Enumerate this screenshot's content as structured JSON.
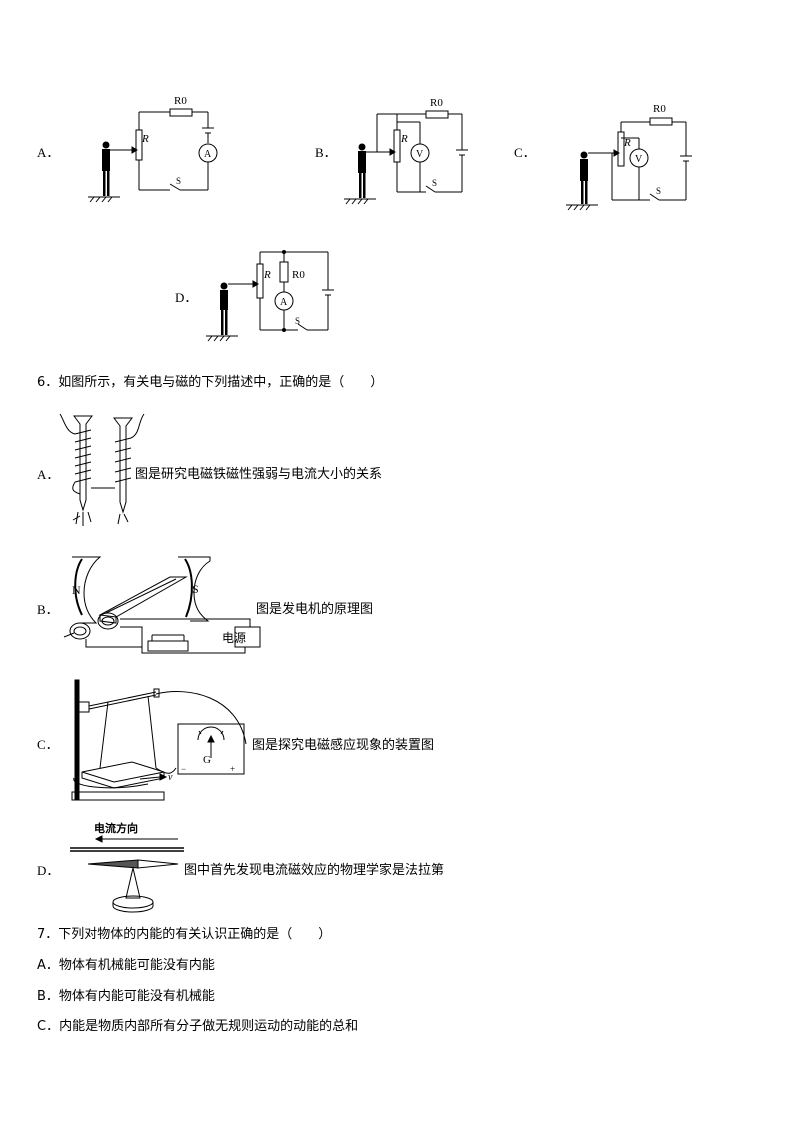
{
  "circuit_options": {
    "a": {
      "letter": "A．",
      "r": "R",
      "r0": "R0",
      "meter": "A",
      "switch": "S"
    },
    "b": {
      "letter": "B．",
      "r": "R",
      "r0": "R0",
      "meter": "V",
      "switch": "S"
    },
    "c": {
      "letter": "C．",
      "r": "R",
      "r0": "R0",
      "meter": "V",
      "switch": "S"
    },
    "d": {
      "letter": "D．",
      "r": "R",
      "r0": "R0",
      "meter": "A",
      "switch": "S"
    }
  },
  "q6": {
    "stem": "6．如图所示，有关电与磁的下列描述中，正确的是（　　）",
    "options": [
      {
        "letter": "A．",
        "text": "图是研究电磁铁磁性强弱与电流大小的关系"
      },
      {
        "letter": "B．",
        "text": "图是发电机的原理图",
        "label_n": "N",
        "label_s": "S",
        "label_power": "电源"
      },
      {
        "letter": "C．",
        "text": "图是探究电磁感应现象的装置图",
        "label_g": "G",
        "label_v": "v"
      },
      {
        "letter": "D．",
        "text": "图中首先发现电流磁效应的物理学家是法拉第",
        "label_current": "电流方向"
      }
    ]
  },
  "q7": {
    "stem": "7．下列对物体的内能的有关认识正确的是（　　）",
    "options": [
      {
        "text": "A．物体有机械能可能没有内能"
      },
      {
        "text": "B．物体有内能可能没有机械能"
      },
      {
        "text": "C．内能是物质内部所有分子做无规则运动的动能的总和"
      }
    ]
  }
}
